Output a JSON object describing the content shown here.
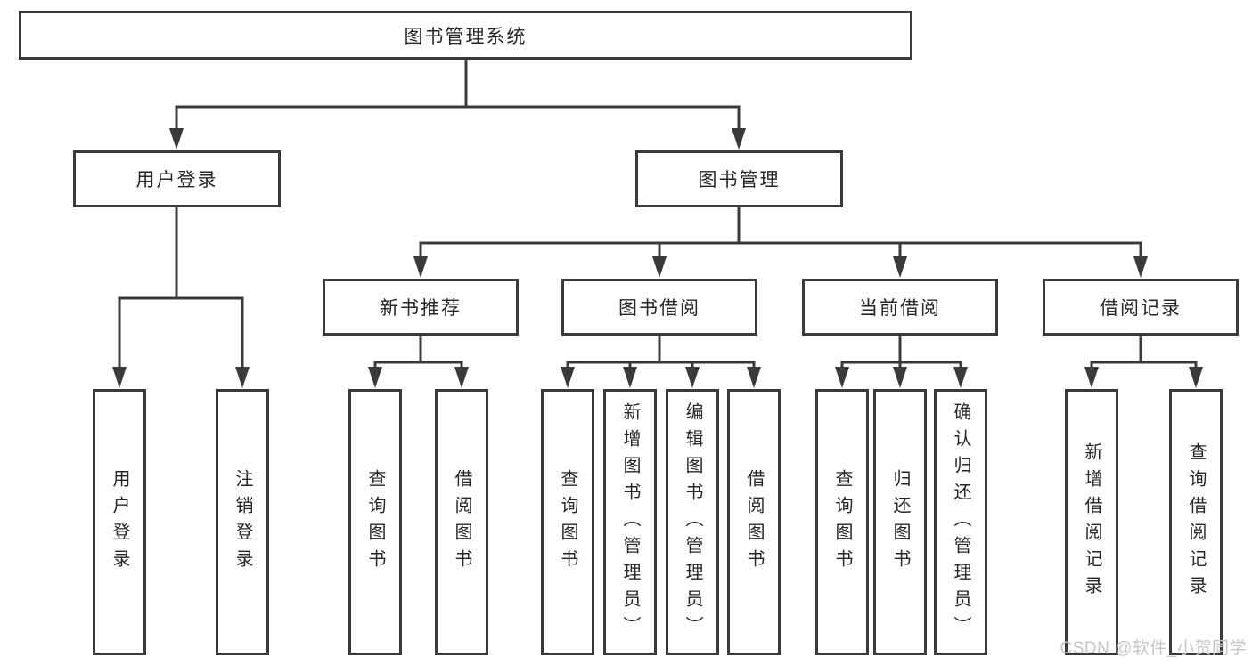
{
  "diagram_type": "hierarchy-tree",
  "colors": {
    "line": "#3a3a3a",
    "border": "#3a3a3a",
    "text": "#262626",
    "background": "#ffffff",
    "watermark": "#c3c7ca"
  },
  "tree": {
    "root": {
      "label": "图书管理系统",
      "children": [
        {
          "label": "用户登录",
          "children": [
            {
              "label": "用户登录"
            },
            {
              "label": "注销登录"
            }
          ]
        },
        {
          "label": "图书管理",
          "children": [
            {
              "label": "新书推荐",
              "children": [
                {
                  "label": "查询图书"
                },
                {
                  "label": "借阅图书"
                }
              ]
            },
            {
              "label": "图书借阅",
              "children": [
                {
                  "label": "查询图书"
                },
                {
                  "label": "新增图书（管理员）"
                },
                {
                  "label": "编辑图书（管理员）"
                },
                {
                  "label": "借阅图书"
                }
              ]
            },
            {
              "label": "当前借阅",
              "children": [
                {
                  "label": "查询图书"
                },
                {
                  "label": "归还图书"
                },
                {
                  "label": "确认归还（管理员）"
                }
              ]
            },
            {
              "label": "借阅记录",
              "children": [
                {
                  "label": "新增借阅记录"
                },
                {
                  "label": "查询借阅记录"
                }
              ]
            }
          ]
        }
      ]
    }
  },
  "watermark": {
    "text": "CSDN @软件_小贺同学"
  }
}
